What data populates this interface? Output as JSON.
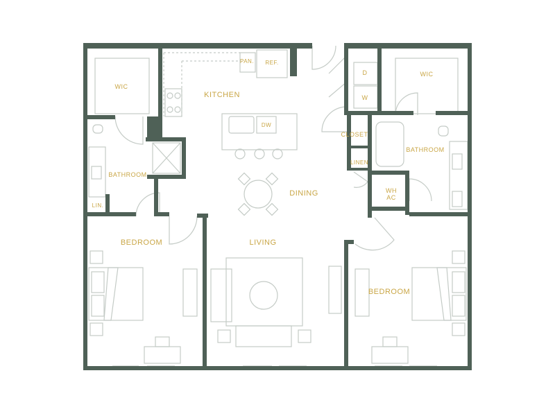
{
  "colors": {
    "wall": "#4f6157",
    "fixture": "#c4cbc6",
    "label": "#c9a646",
    "background": "#ffffff"
  },
  "rooms": {
    "wic_left": "WIC",
    "wic_right": "WIC",
    "kitchen": "KITCHEN",
    "pantry": "PAN.",
    "refrigerator": "REF.",
    "dishwasher": "DW",
    "dryer": "D",
    "washer": "W",
    "closet": "CLOSET",
    "linen": "LINEN",
    "bathroom_left": "BATHROOM",
    "bathroom_right": "BATHROOM",
    "linen_closet_left": "LIN.",
    "wh_ac_line1": "WH",
    "wh_ac_line2": "AC",
    "dining": "DINING",
    "living": "LIVING",
    "bedroom_left": "BEDROOM",
    "bedroom_right": "BEDROOM"
  }
}
